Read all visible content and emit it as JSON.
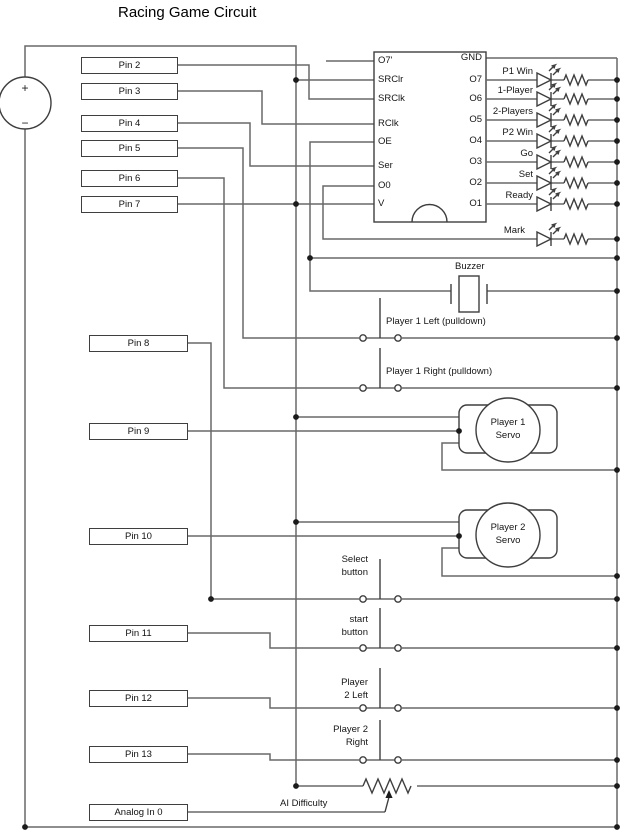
{
  "title": "Racing Game Circuit",
  "colors": {
    "background": "#ffffff",
    "wire": "#686868",
    "component_stroke": "#3e3e3e",
    "junction_dot": "#1b1b1b",
    "text": "#161616"
  },
  "power_source": {
    "plus": "+",
    "minus": "−"
  },
  "pins": [
    "Pin 2",
    "Pin 3",
    "Pin 4",
    "Pin 5",
    "Pin 6",
    "Pin 7",
    "Pin 8",
    "Pin 9",
    "Pin 10",
    "Pin 11",
    "Pin 12",
    "Pin 13",
    "Analog In 0"
  ],
  "chip": {
    "left_pins": [
      "O7'",
      "SRClr",
      "SRClk",
      "RClk",
      "OE",
      "Ser",
      "O0",
      "V"
    ],
    "right_pins": [
      "GND",
      "O7",
      "O6",
      "O5",
      "O4",
      "O3",
      "O2",
      "O1"
    ]
  },
  "leds": [
    "P1 Win",
    "1-Player",
    "2-Players",
    "P2 Win",
    "Go",
    "Set",
    "Ready",
    "Mark"
  ],
  "buzzer": {
    "label": "Buzzer"
  },
  "servos": [
    {
      "line1": "Player 1",
      "line2": "Servo"
    },
    {
      "line1": "Player 2",
      "line2": "Servo"
    }
  ],
  "switches": [
    {
      "label": "Player 1 Left (pulldown)"
    },
    {
      "label": "Player 1 Right (pulldown)"
    },
    {
      "line1": "Select",
      "line2": "button"
    },
    {
      "line1": "start",
      "line2": "button"
    },
    {
      "line1": "Player",
      "line2": "2 Left"
    },
    {
      "line1": "Player 2",
      "line2": "Right"
    }
  ],
  "potentiometer": {
    "label": "AI Difficulty"
  }
}
